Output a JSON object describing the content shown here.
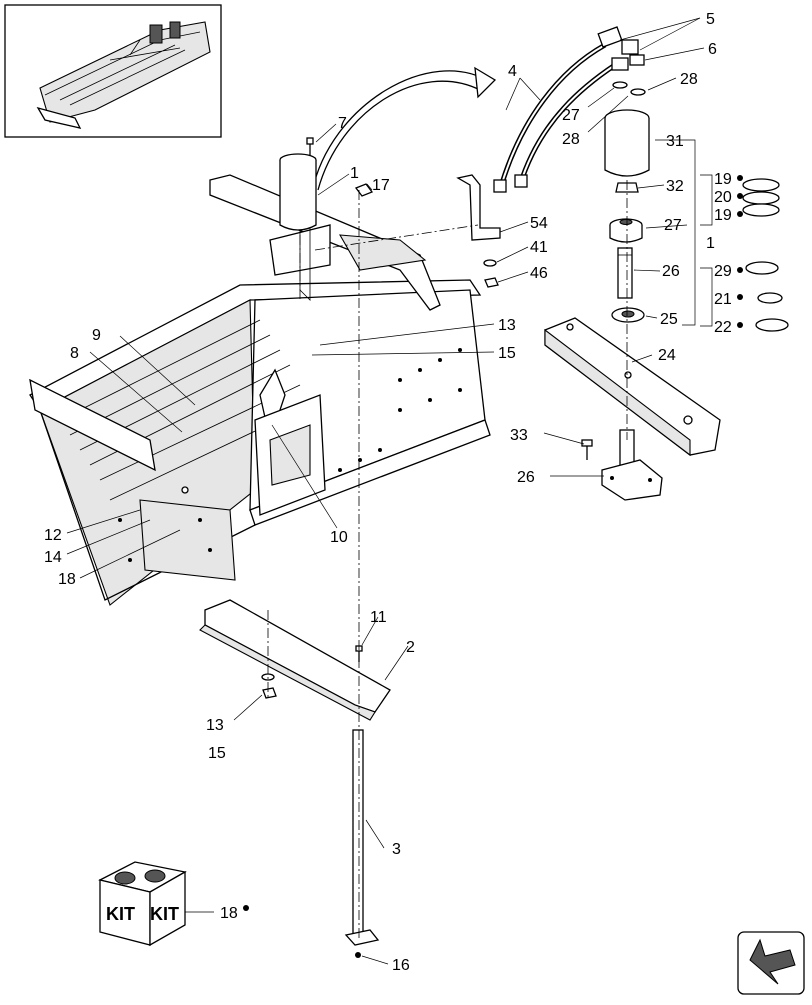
{
  "callouts": [
    {
      "id": "c5",
      "text": "5"
    },
    {
      "id": "c4",
      "text": "4"
    },
    {
      "id": "c6",
      "text": "6"
    },
    {
      "id": "c28a",
      "text": "28"
    },
    {
      "id": "c27a",
      "text": "27"
    },
    {
      "id": "c28b",
      "text": "28"
    },
    {
      "id": "c7",
      "text": "7"
    },
    {
      "id": "c1a",
      "text": "1"
    },
    {
      "id": "c17",
      "text": "17"
    },
    {
      "id": "c31",
      "text": "31"
    },
    {
      "id": "c32",
      "text": "32"
    },
    {
      "id": "c19a",
      "text": "19"
    },
    {
      "id": "c20",
      "text": "20"
    },
    {
      "id": "c19b",
      "text": "19"
    },
    {
      "id": "c27b",
      "text": "27"
    },
    {
      "id": "c1b",
      "text": "1"
    },
    {
      "id": "c54",
      "text": "54"
    },
    {
      "id": "c41",
      "text": "41"
    },
    {
      "id": "c46",
      "text": "46"
    },
    {
      "id": "c26a",
      "text": "26"
    },
    {
      "id": "c29",
      "text": "29"
    },
    {
      "id": "c21",
      "text": "21"
    },
    {
      "id": "c25",
      "text": "25"
    },
    {
      "id": "c22",
      "text": "22"
    },
    {
      "id": "c24",
      "text": "24"
    },
    {
      "id": "c9",
      "text": "9"
    },
    {
      "id": "c8",
      "text": "8"
    },
    {
      "id": "c13a",
      "text": "13"
    },
    {
      "id": "c15a",
      "text": "15"
    },
    {
      "id": "c33",
      "text": "33"
    },
    {
      "id": "c26b",
      "text": "26"
    },
    {
      "id": "c10",
      "text": "10"
    },
    {
      "id": "c12",
      "text": "12"
    },
    {
      "id": "c14",
      "text": "14"
    },
    {
      "id": "c18a",
      "text": "18"
    },
    {
      "id": "c11",
      "text": "11"
    },
    {
      "id": "c2",
      "text": "2"
    },
    {
      "id": "c13b",
      "text": "13"
    },
    {
      "id": "c15b",
      "text": "15"
    },
    {
      "id": "c3",
      "text": "3"
    },
    {
      "id": "c18b",
      "text": "18"
    },
    {
      "id": "c16",
      "text": "16"
    }
  ],
  "kit": {
    "label_left": "KIT",
    "label_right": "KIT"
  }
}
